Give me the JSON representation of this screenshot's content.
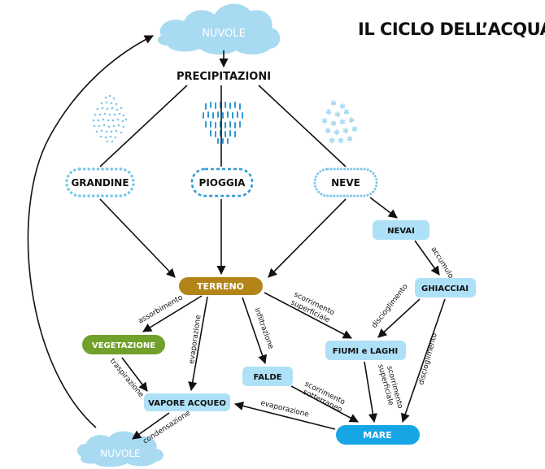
{
  "title": "IL CICLO DELL’ACQUA",
  "colors": {
    "cloud": "#a8daf2",
    "light_box": "#aee1f7",
    "mare": "#16a6e6",
    "terreno": "#b38418",
    "vegetazione": "#6fa12b",
    "dots": "#7cc7ea",
    "rain": "#2e9ad3",
    "arrow": "#111111"
  },
  "nodes": {
    "nuvole_top": "NUVOLE",
    "precipitazioni": "PRECIPITAZIONI",
    "grandine": "GRANDINE",
    "pioggia": "PIOGGIA",
    "neve": "NEVE",
    "nevai": "NEVAI",
    "ghiacciai": "GHIACCIAI",
    "terreno": "TERRENO",
    "vegetazione": "VEGETAZIONE",
    "falde": "FALDE",
    "fiumi_laghi": "FIUMI e LAGHI",
    "vapore_acqueo": "VAPORE ACQUEO",
    "mare": "MARE",
    "nuvole_bottom": "NUVOLE"
  },
  "edge_labels": {
    "accumulo": "accumulo",
    "assorbimento": "assorbimento",
    "evaporazione_terreno": "evaporazione",
    "infiltrazione": "infiltrazione",
    "scorrimento_sup_1": "scorrimento",
    "scorrimento_sup_2": "superficiale",
    "scioglimento_ghiacciai_fiumi": "discioglimento",
    "scioglimento_ghiacciai_mare": "discioglimento",
    "traspirazione": "traspirazione",
    "scorrimento_sott_1": "scorrimento",
    "scorrimento_sott_2": "sotterraneo",
    "scorrimento_sup_fiumi_1": "scorrimento",
    "scorrimento_sup_fiumi_2": "superficiale",
    "evaporazione_mare": "evaporazione",
    "condensazione": "condensazione"
  }
}
